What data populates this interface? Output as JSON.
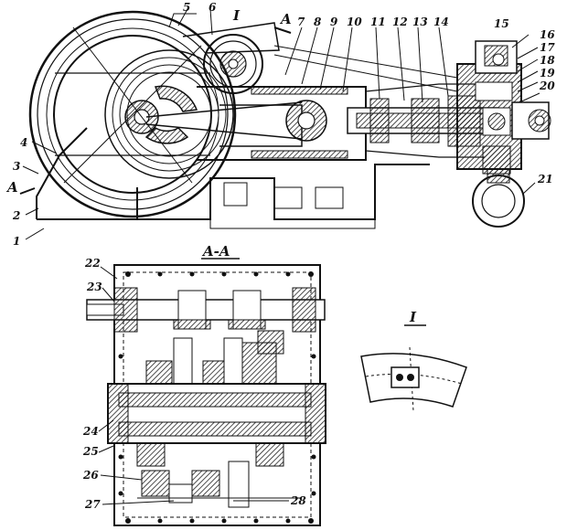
{
  "drawing": {
    "part_numbers": [
      "1",
      "2",
      "3",
      "4",
      "5",
      "6",
      "7",
      "8",
      "9",
      "10",
      "11",
      "12",
      "13",
      "14",
      "15",
      "16",
      "17",
      "18",
      "19",
      "20",
      "21",
      "22",
      "23",
      "24",
      "25",
      "26",
      "27",
      "28"
    ],
    "section_marker_top": "A",
    "section_marker_side": "A",
    "section_title": "A-A",
    "detail_title": "I",
    "detail_marker": "I",
    "ink_color": "#111111",
    "hatch_color": "#222222",
    "paper_color": "#ffffff"
  }
}
